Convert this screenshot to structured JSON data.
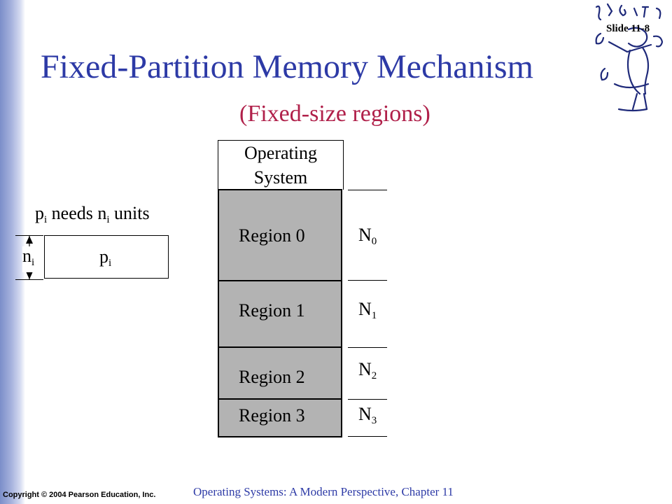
{
  "slide": {
    "number": "Slide 11-8",
    "title": "Fixed-Partition Memory Mechanism",
    "subtitle": "(Fixed-size regions)"
  },
  "memory": {
    "os_line1": "Operating",
    "os_line2": "System",
    "regions": [
      {
        "label": "Region 0",
        "n_base": "N",
        "n_sub": "0"
      },
      {
        "label": "Region 1",
        "n_base": "N",
        "n_sub": "1"
      },
      {
        "label": "Region 2",
        "n_base": "N",
        "n_sub": "2"
      },
      {
        "label": "Region 3",
        "n_base": "N",
        "n_sub": "3"
      }
    ]
  },
  "process": {
    "p_base": "p",
    "p_sub": "i",
    "needs_text": "needs",
    "n_base": "n",
    "n_sub": "i",
    "units_text": "units"
  },
  "footer": {
    "copyright": "Copyright © 2004 Pearson Education, Inc.",
    "book": "Operating Systems: A Modern Perspective, Chapter 11"
  },
  "colors": {
    "title": "#2d3aa6",
    "subtitle": "#b0204a",
    "region_fill": "#b3b3b3"
  },
  "icons": {
    "logo": "musician-logo-icon"
  }
}
